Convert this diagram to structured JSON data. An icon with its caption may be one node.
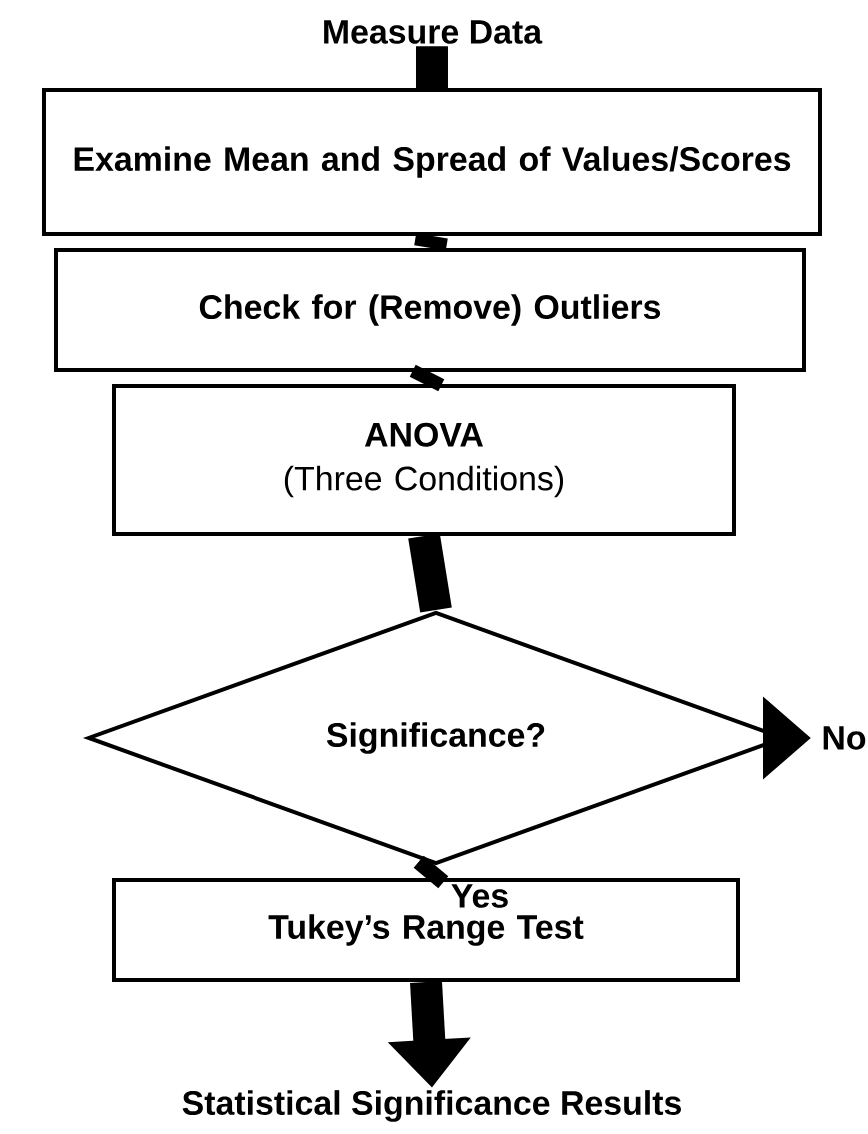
{
  "diagram": {
    "nodes": [
      {
        "text": [
          "Measure Data"
        ]
      },
      {
        "text": [
          "Examine Mean and Spread of Values/Scores"
        ]
      },
      {
        "text": [
          "Check for (Remove) Outliers"
        ]
      },
      {
        "text": [
          "ANOVA",
          "(Three Conditions)"
        ]
      },
      {
        "text": [
          "Significance?"
        ]
      },
      {
        "text": [
          "No"
        ]
      },
      {
        "text": [
          "Tukey’s Range Test"
        ]
      },
      {
        "text": [
          "Statistical Significance Results"
        ]
      }
    ],
    "edges": [
      {
        "from": 0,
        "to": 1,
        "arrow": "none"
      },
      {
        "from": 1,
        "to": 2,
        "arrow": "none"
      },
      {
        "from": 2,
        "to": 3,
        "arrow": "none"
      },
      {
        "from": 3,
        "to": 4,
        "arrow": "none"
      },
      {
        "from": 4,
        "to": 5,
        "arrow": "to"
      },
      {
        "from": 4,
        "to": 6,
        "arrow": "none",
        "label": "Yes"
      },
      {
        "from": 6,
        "to": 7,
        "arrow": "to"
      }
    ]
  }
}
